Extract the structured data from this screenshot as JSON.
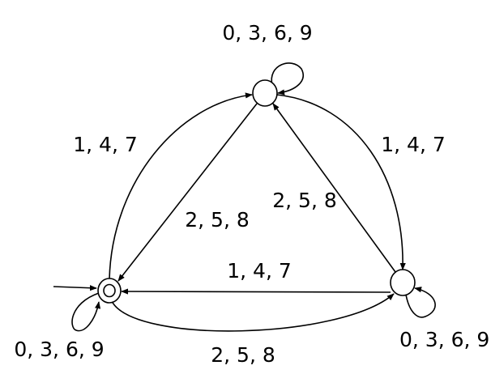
{
  "states": [
    {
      "id": "q0",
      "start": true,
      "accepting": true
    },
    {
      "id": "q1",
      "start": false,
      "accepting": false
    },
    {
      "id": "q2",
      "start": false,
      "accepting": false
    }
  ],
  "labels": {
    "q1_loop": "0, 3, 6, 9",
    "q0_loop": "0, 3, 6, 9",
    "q2_loop": "0, 3, 6, 9",
    "q0_to_q1": "1, 4, 7",
    "q1_to_q2": "1, 4, 7",
    "q1_to_q0": "2, 5, 8",
    "q2_to_q1": "2, 5, 8",
    "q2_to_q0": "1, 4, 7",
    "q0_to_q2": "2, 5, 8"
  }
}
